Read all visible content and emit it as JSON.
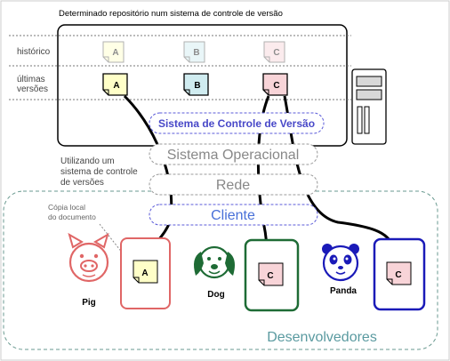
{
  "title": "Determinado repositório num sistema de controle de versão",
  "row_labels": {
    "historico": "histórico",
    "ultimas_line1": "últimas",
    "ultimas_line2": "versões"
  },
  "historic_files": [
    "A",
    "B",
    "C"
  ],
  "latest_files": [
    "A",
    "B",
    "C"
  ],
  "layers": {
    "vcs": "Sistema de Controle de Versão",
    "os": "Sistema Operacional",
    "network": "Rede",
    "client": "Cliente"
  },
  "side_note": [
    "Utilizando um",
    "sistema de controle",
    "de versões"
  ],
  "local_copy_note": [
    "Cópia local",
    "do documento"
  ],
  "developers": [
    {
      "name": "Pig",
      "file": "A",
      "color": "#e06666"
    },
    {
      "name": "Dog",
      "file": "C",
      "color": "#1e6b35"
    },
    {
      "name": "Panda",
      "file": "C",
      "color": "#1a1ab8"
    }
  ],
  "group_label": "Desenvolvedores",
  "colors": {
    "file_a_fill": "#ffffc8",
    "file_b_fill": "#d0ecf0",
    "file_c_fill": "#f8d4d8",
    "vcs_text": "#4848c8",
    "client_text": "#4870d8",
    "layer_text": "#888888",
    "group_border": "#6a9a90",
    "group_label": "#5a9aa0"
  }
}
